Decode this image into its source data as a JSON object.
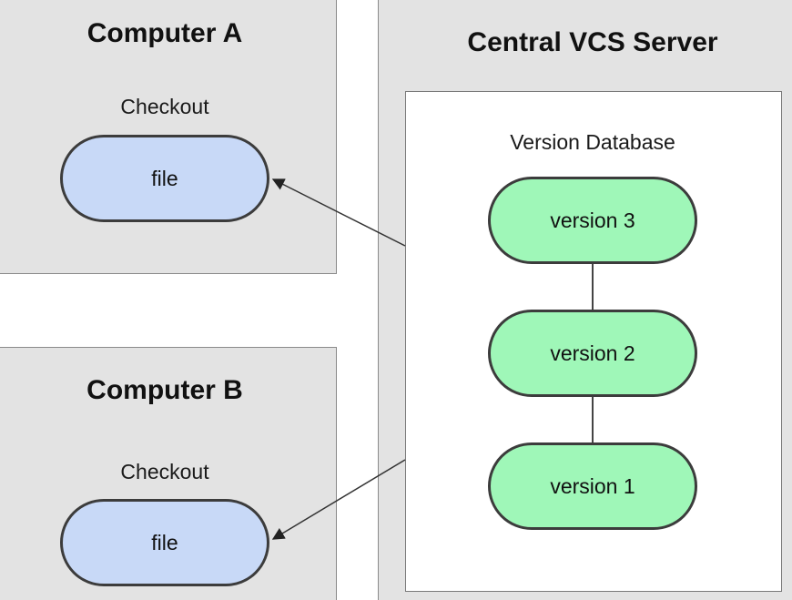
{
  "computer_a": {
    "title": "Computer A",
    "checkout_label": "Checkout",
    "file_label": "file"
  },
  "computer_b": {
    "title": "Computer B",
    "checkout_label": "Checkout",
    "file_label": "file"
  },
  "server": {
    "title": "Central VCS Server",
    "database_label": "Version Database",
    "versions": [
      "version 3",
      "version 2",
      "version 1"
    ]
  },
  "colors": {
    "panel_gray": "#e3e3e3",
    "file_blue": "#c8d9f7",
    "version_green": "#9ff7b8",
    "outline": "#3c3c3c"
  }
}
